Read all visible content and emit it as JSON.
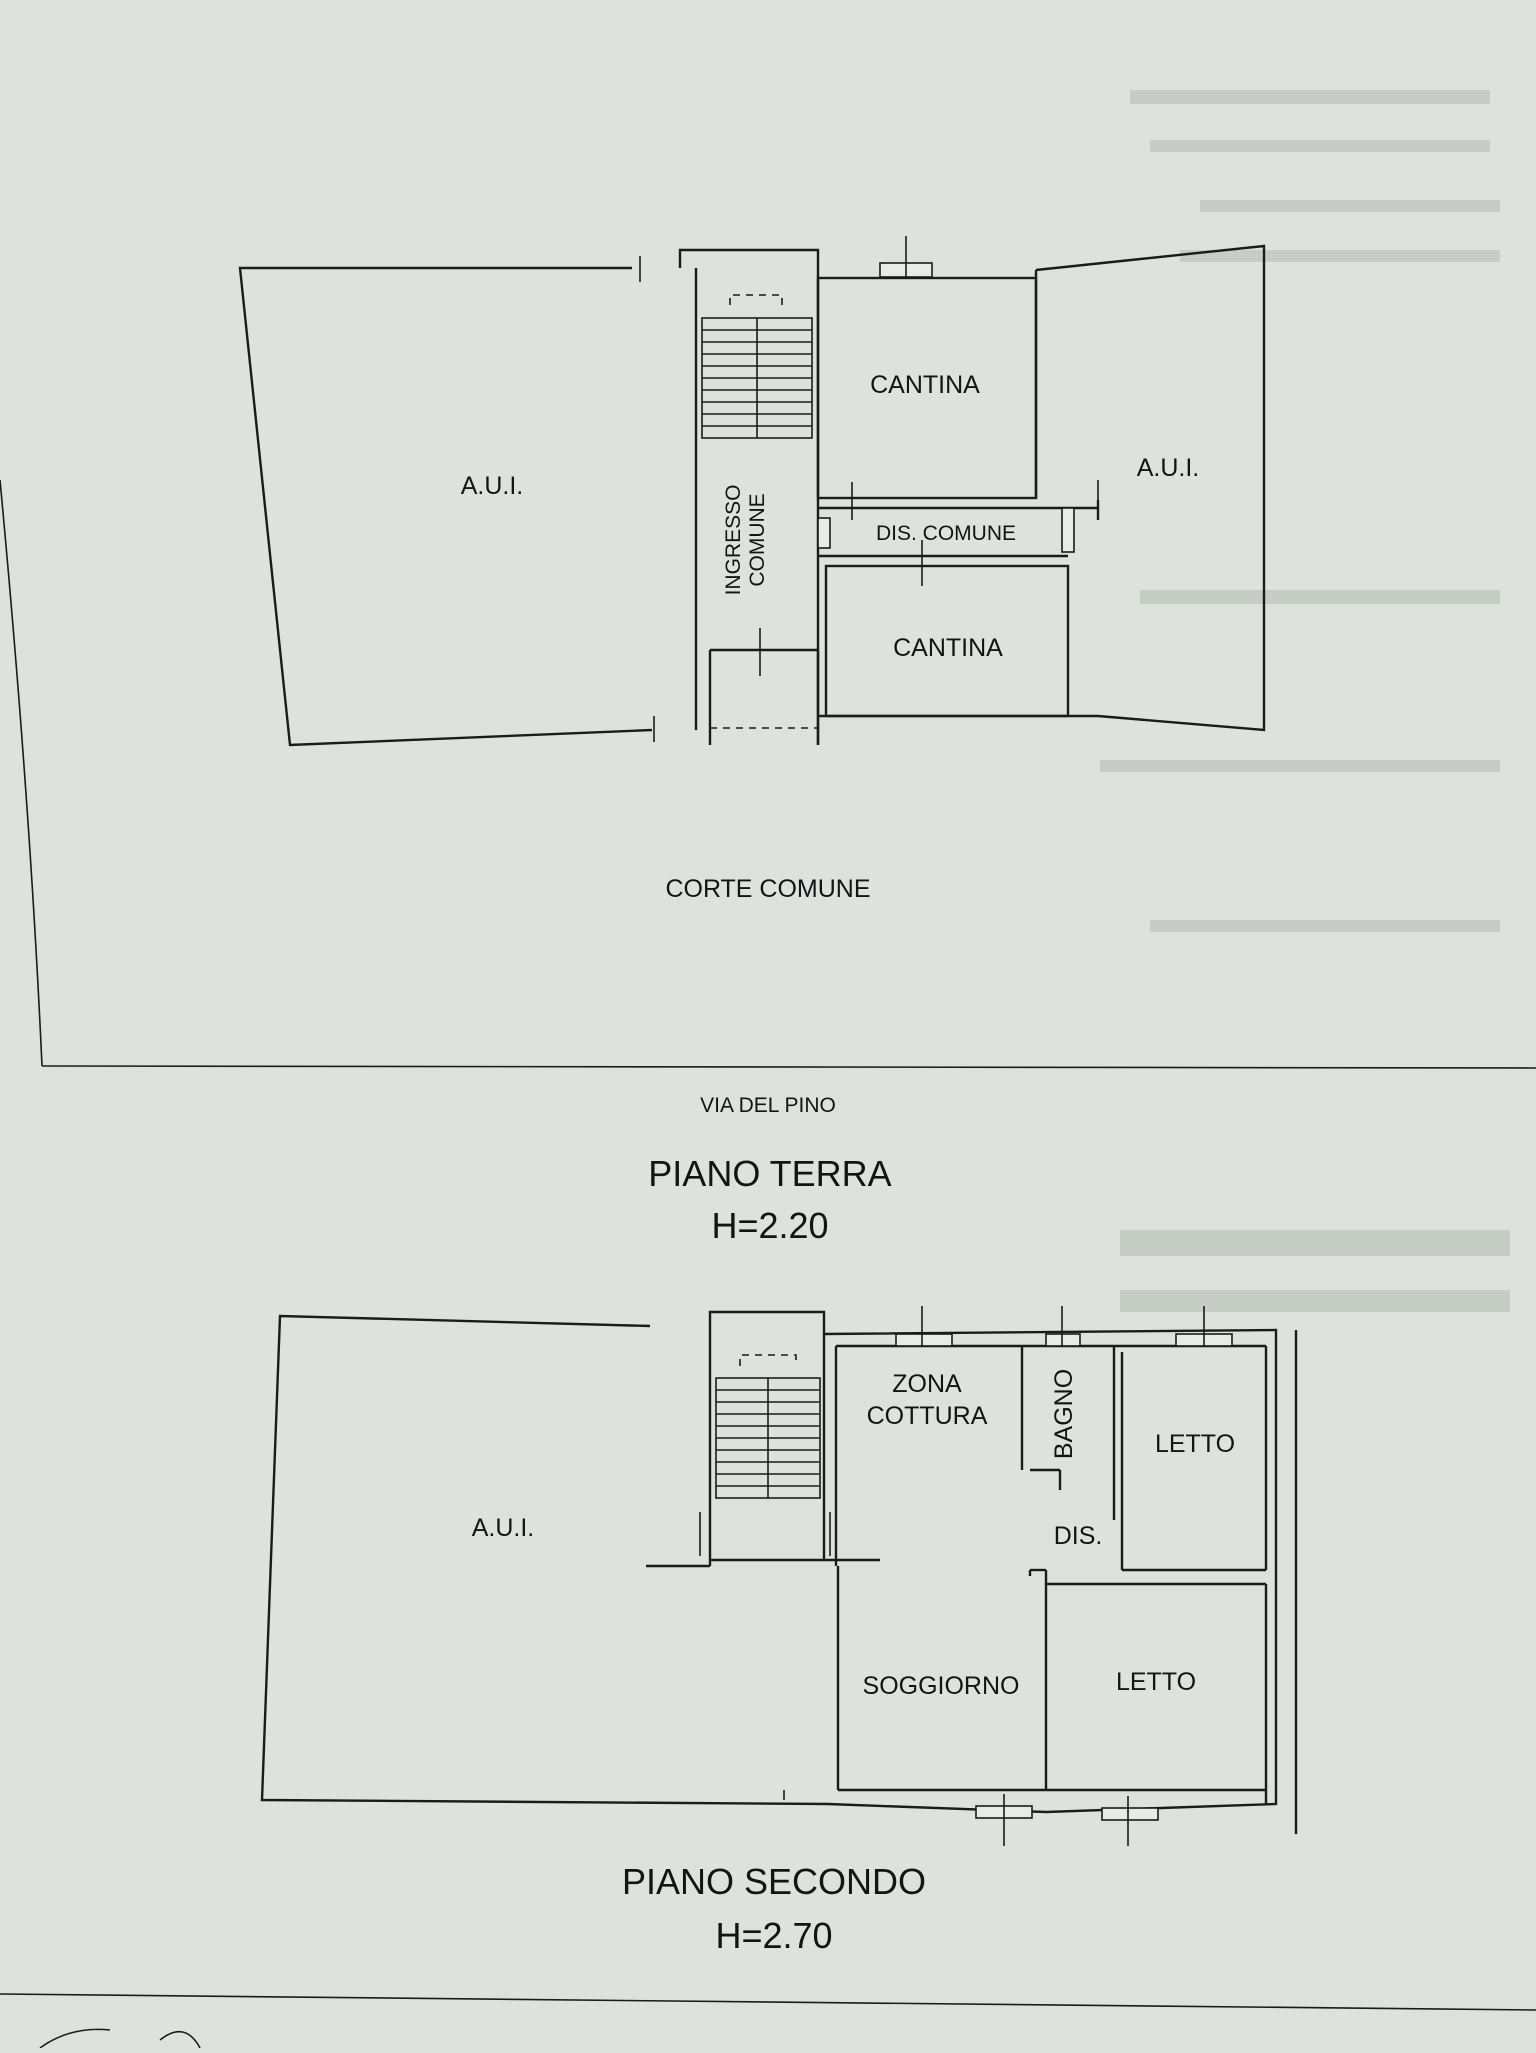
{
  "piano_terra": {
    "rooms": {
      "aui_left": "A.U.I.",
      "aui_right": "A.U.I.",
      "cantina_top": "CANTINA",
      "cantina_bottom": "CANTINA",
      "ingresso_line1": "INGRESSO",
      "ingresso_line2": "COMUNE",
      "dis_comune": "DIS. COMUNE"
    },
    "corte": "CORTE COMUNE",
    "street": "VIA DEL PINO",
    "title": "PIANO TERRA",
    "height": "H=2.20"
  },
  "piano_secondo": {
    "rooms": {
      "aui": "A.U.I.",
      "zona_line1": "ZONA",
      "zona_line2": "COTTURA",
      "bagno": "BAGNO",
      "letto_top": "LETTO",
      "letto_bottom": "LETTO",
      "dis": "DIS.",
      "soggiorno": "SOGGIORNO"
    },
    "title": "PIANO SECONDO",
    "height": "H=2.70"
  }
}
